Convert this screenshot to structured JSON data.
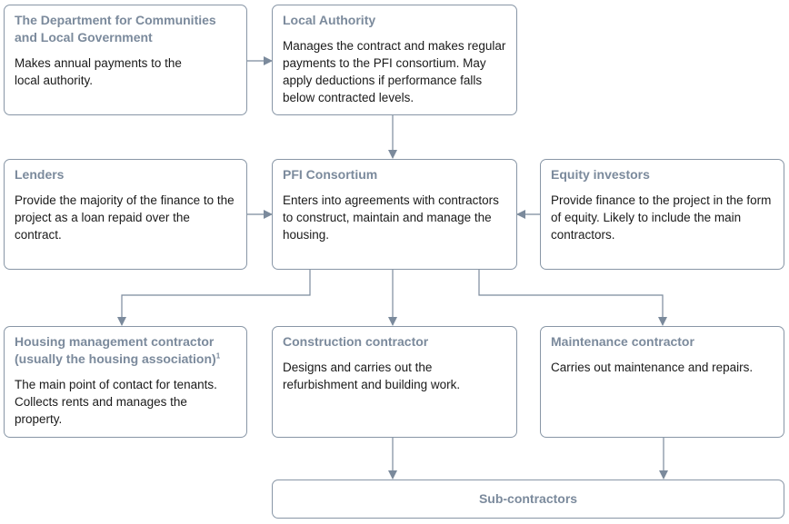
{
  "boxes": {
    "dclg": {
      "title": "The Department for Communities and Local Government",
      "text": "Makes annual payments to the local authority."
    },
    "local_authority": {
      "title": "Local Authority",
      "text": "Manages the contract and makes regular payments to the PFI consortium. May apply deductions if performance falls below contracted levels."
    },
    "lenders": {
      "title": "Lenders",
      "text": "Provide the majority of the finance to the project as a loan repaid over the contract."
    },
    "pfi_consortium": {
      "title": "PFI Consortium",
      "text": "Enters into agreements with contractors to construct, maintain and manage the housing."
    },
    "equity_investors": {
      "title": "Equity investors",
      "text": "Provide finance to the project in the form of equity. Likely to include the main contractors."
    },
    "housing_management": {
      "title": "Housing management contractor (usually the housing association)",
      "footnote": "1",
      "text": "The main point of contact for tenants. Collects rents and manages the property."
    },
    "construction": {
      "title": "Construction contractor",
      "text": "Designs and carries out the refurbishment and building work."
    },
    "maintenance": {
      "title": "Maintenance contractor",
      "text": "Carries out maintenance and repairs."
    },
    "sub_contractors": {
      "title": "Sub-contractors"
    }
  },
  "colors": {
    "border": "#8896a6",
    "title": "#7b8a9c",
    "arrow": "#7b8a9c",
    "text": "#1a1a1a"
  }
}
